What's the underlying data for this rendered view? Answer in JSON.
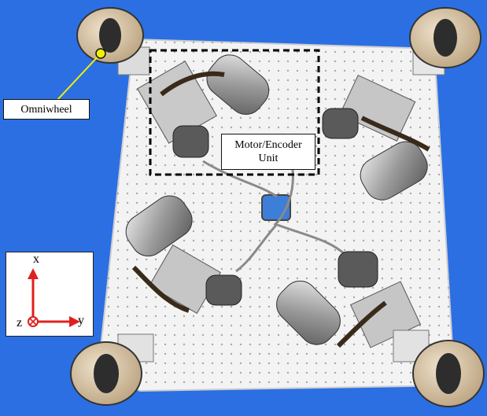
{
  "labels": {
    "omniwheel": "Omniwheel",
    "motor_line1": "Motor/Encoder",
    "motor_line2": "Unit"
  },
  "axes": {
    "x": "x",
    "y": "y",
    "z": "z"
  },
  "colors": {
    "background": "#2b6fe3",
    "plate": "#f2f2f2",
    "wheel": "#d8c3a4",
    "arrow": "#e02020",
    "marker": "#f0f000",
    "dashed_box": "#000000"
  }
}
